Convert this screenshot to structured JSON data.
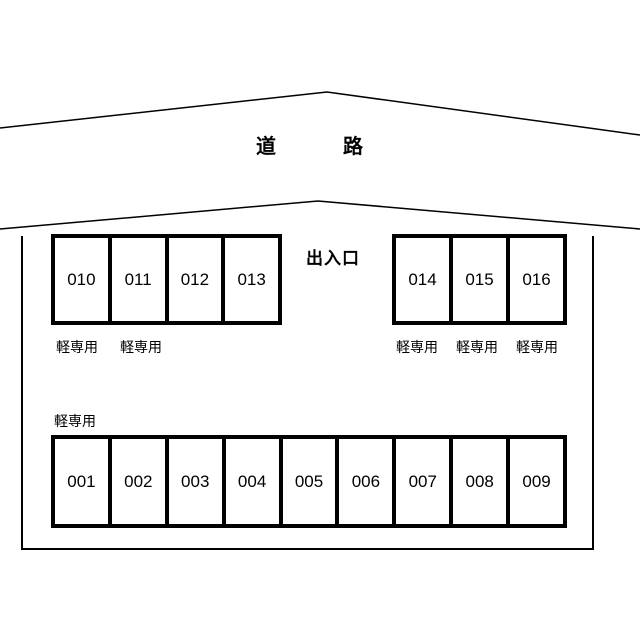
{
  "road": {
    "chars": [
      "道",
      "路"
    ]
  },
  "entrance_label": "出入口",
  "top_left_stalls": [
    "010",
    "011",
    "012",
    "013"
  ],
  "top_right_stalls": [
    "014",
    "015",
    "016"
  ],
  "bottom_stalls": [
    "001",
    "002",
    "003",
    "004",
    "005",
    "006",
    "007",
    "008",
    "009"
  ],
  "kei_label": "軽専用",
  "kei_labels": {
    "top_left": [
      "軽専用",
      "軽専用"
    ],
    "top_right": [
      "軽専用",
      "軽専用",
      "軽専用"
    ],
    "bottom": "軽専用"
  }
}
